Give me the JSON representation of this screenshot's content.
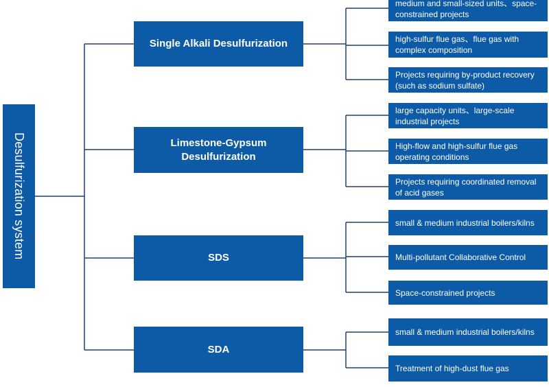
{
  "root": {
    "label": "Desulfurization system"
  },
  "methods": [
    {
      "label": "Single Alkali Desulfurization",
      "applications": [
        "medium and small-sized units、space-constrained projects",
        "high-sulfur flue gas、flue gas with complex composition",
        "Projects requiring by-product recovery (such as sodium sulfate)"
      ]
    },
    {
      "label": "Limestone-Gypsum Desulfurization",
      "applications": [
        "large capacity units、large-scale industrial projects",
        "High-flow and high-sulfur flue gas operating conditions",
        "Projects requiring coordinated removal of acid gases"
      ]
    },
    {
      "label": "SDS",
      "applications": [
        "small & medium industrial boilers/kilns",
        "Multi-pollutant Collaborative Control",
        "Space-constrained projects"
      ]
    },
    {
      "label": "SDA",
      "applications": [
        "small & medium industrial boilers/kilns",
        "Treatment of high-dust flue gas"
      ]
    }
  ],
  "colors": {
    "box": "#0d5aa7",
    "line": "#1f3f6e",
    "text": "#ffffff"
  }
}
